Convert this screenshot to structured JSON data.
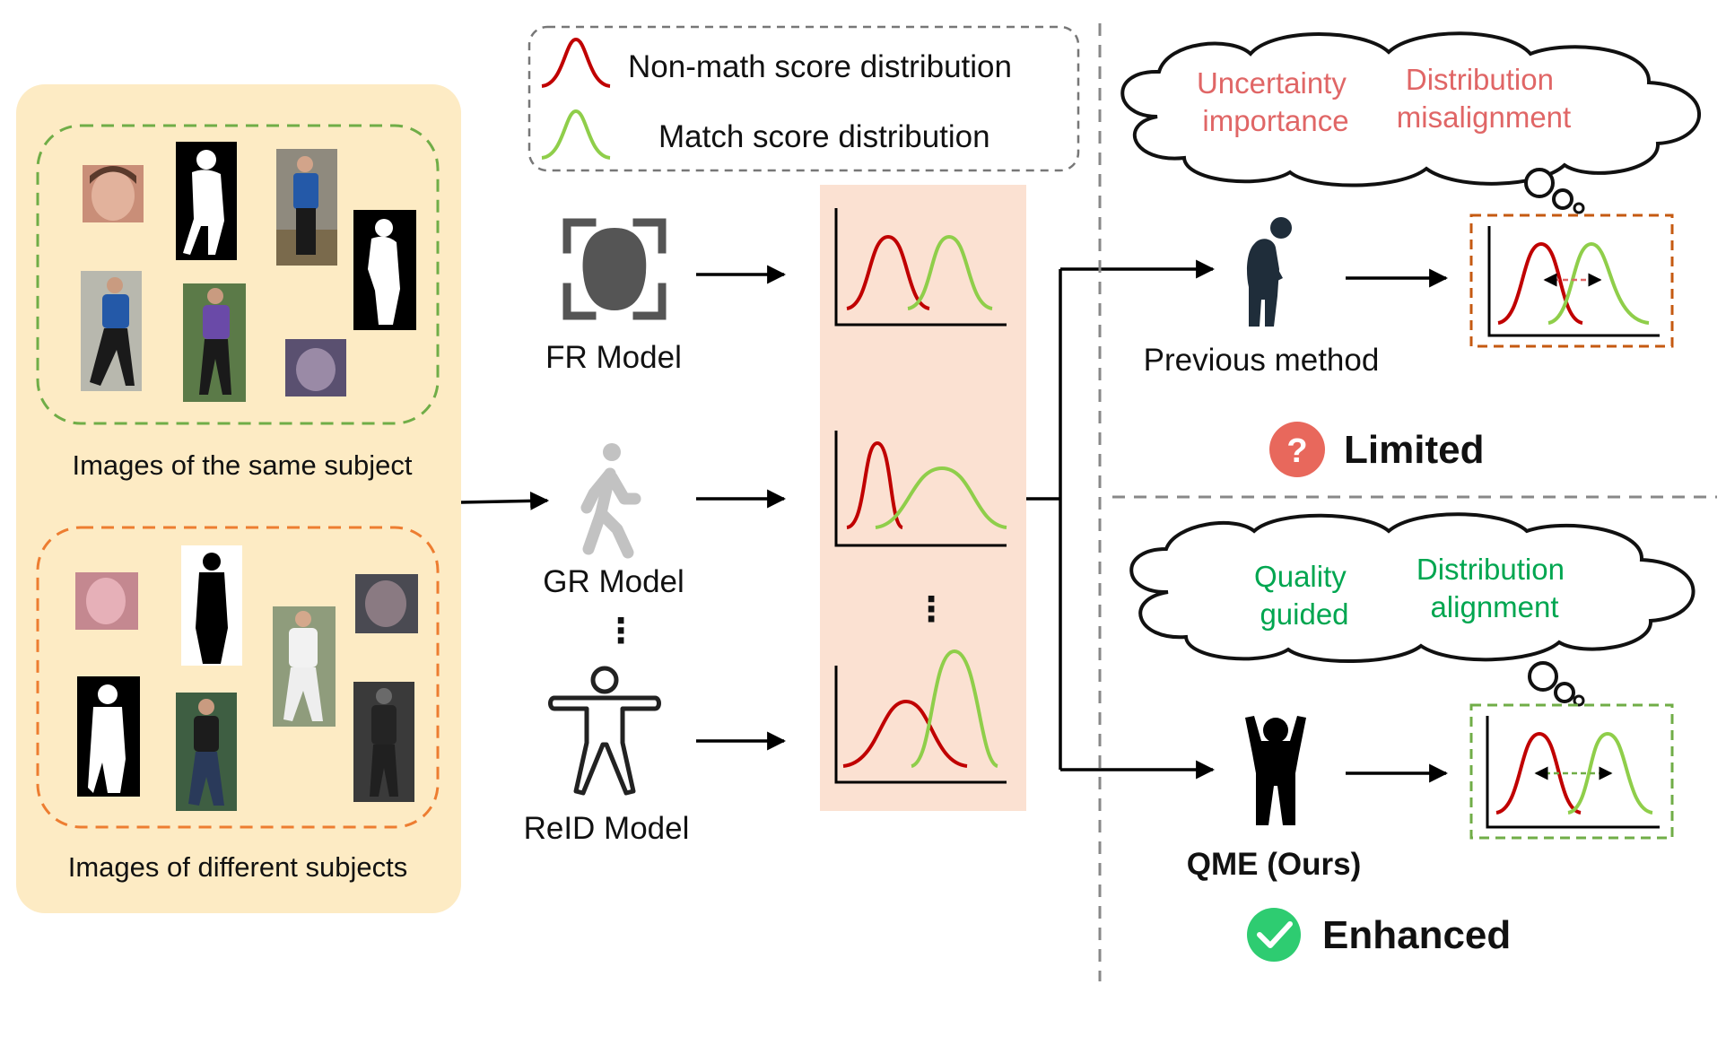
{
  "legend": {
    "non_match": "Non-math score distribution",
    "match": "Match score distribution"
  },
  "groups": {
    "same_subject": "Images of the same subject",
    "different_subjects": "Images of different subjects"
  },
  "models": {
    "fr": "FR Model",
    "gr": "GR Model",
    "reid": "ReID Model"
  },
  "previous": {
    "label": "Previous method",
    "thought_left": [
      "Uncertainty",
      "importance"
    ],
    "thought_right": [
      "Distribution",
      "misalignment"
    ],
    "verdict": "Limited"
  },
  "ours": {
    "label_bold": "QME",
    "label_rest": "(Ours)",
    "thought_left": [
      "Quality",
      "guided"
    ],
    "thought_right": [
      "Distribution",
      "alignment"
    ],
    "verdict": "Enhanced"
  },
  "colors": {
    "non_match": "#c00000",
    "match": "#8fce4a",
    "left_panel": "#fdebc4",
    "center_panel": "#fbe1d2",
    "same_border": "#70ad47",
    "diff_border": "#ed7d31",
    "previous_text": "#e06666",
    "ours_text": "#00a650",
    "limited_badge": "#e8685c",
    "enhanced_badge": "#2ecc71"
  },
  "icons": [
    "face-scan-icon",
    "walking-person-icon",
    "body-outline-icon",
    "hunched-person-icon",
    "cheering-person-icon",
    "question-icon",
    "check-icon",
    "thought-cloud-icon"
  ]
}
